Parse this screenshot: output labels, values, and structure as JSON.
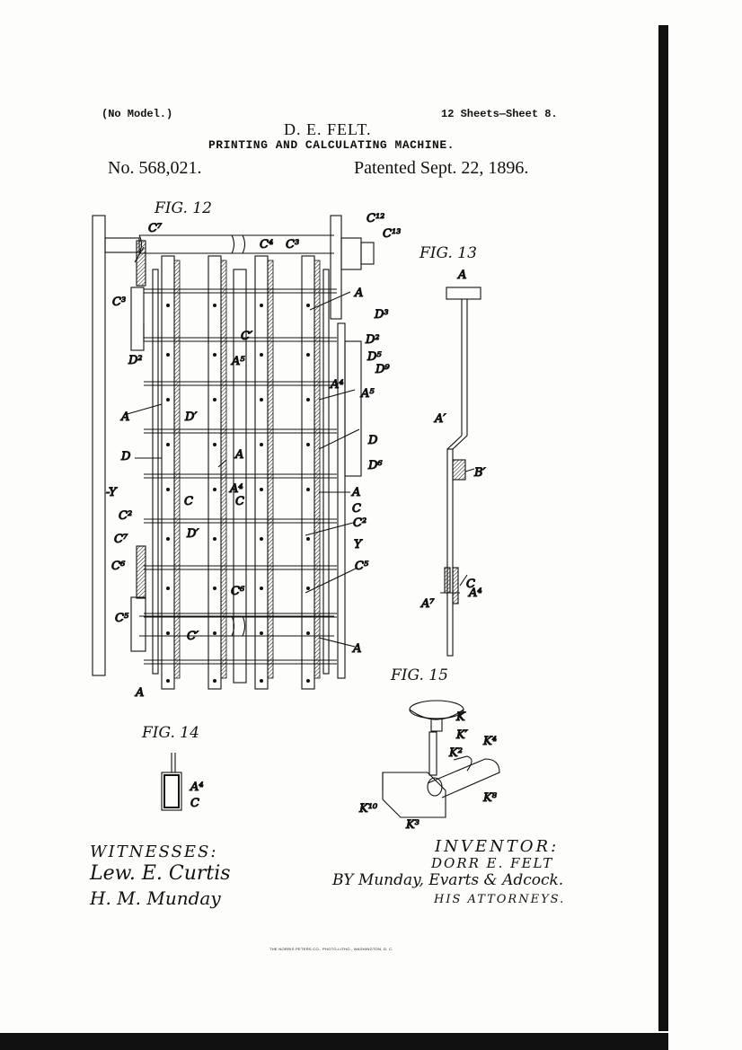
{
  "header": {
    "model_note": "(No Model.)",
    "inventor_name": "D. E. FELT.",
    "sheet_info": "12 Sheets—Sheet 8.",
    "title": "PRINTING AND CALCULATING MACHINE.",
    "patent_number": "No. 568,021.",
    "patent_date": "Patented Sept. 22, 1896."
  },
  "figures": {
    "fig12": "FIG. 12",
    "fig13": "FIG. 13",
    "fig14": "FIG. 14",
    "fig15": "FIG. 15"
  },
  "signatures": {
    "witnesses_label": "WITNESSES:",
    "witness_1": "Lew. E. Curtis",
    "witness_2": "H. M. Munday",
    "inventor_label": "INVENTOR:",
    "inventor_signature": "DORR E. FELT",
    "attorneys_by": "BY Munday, Evarts & Adcock.",
    "attorneys_label": "HIS ATTORNEYS."
  },
  "printer_credit": "THE NORRIS PETERS CO., PHOTO-LITHO., WASHINGTON, D. C.",
  "colors": {
    "ink": "#111111",
    "paper": "#fdfdfb",
    "border": "#111111"
  }
}
